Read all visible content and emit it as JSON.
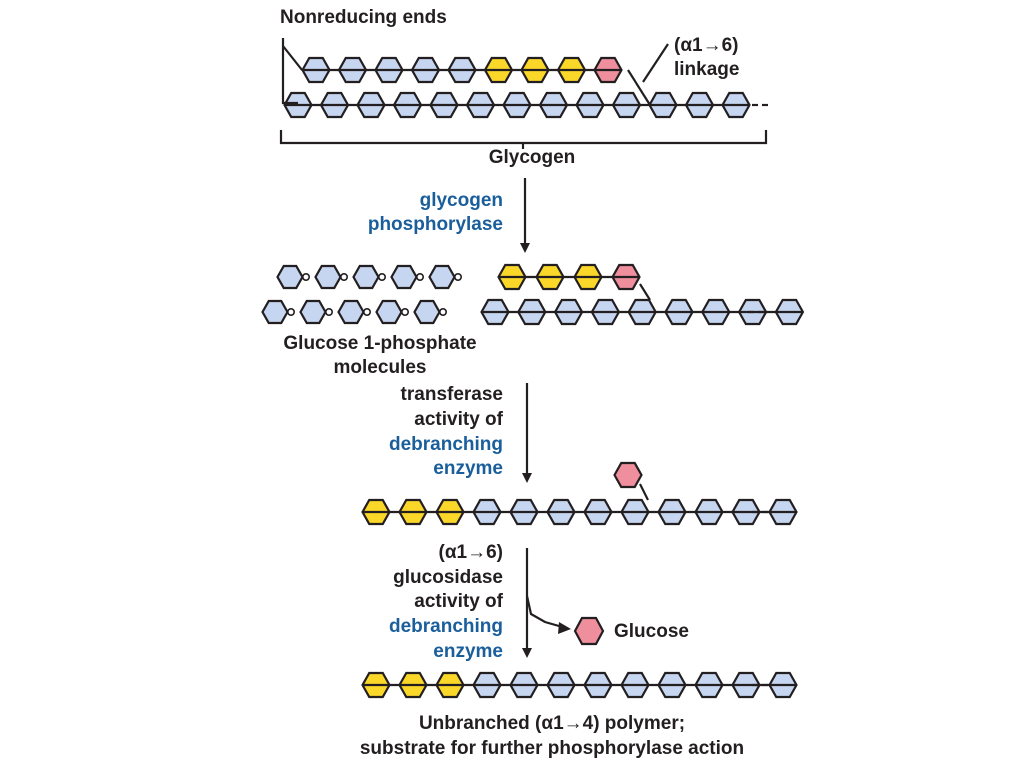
{
  "colors": {
    "glucose_residue": "#c6d5f0",
    "phosphorylase_released": "#fbd72a",
    "branch_point": "#ef8f9e",
    "outline": "#231f20",
    "text": "#231f20",
    "enzyme_text": "#1a5e9b"
  },
  "legend_key": {
    "B": "glucose residue (blue)",
    "Y": "residue transferred by debranching enzyme (yellow)",
    "P": "branch-point residue (pink)"
  },
  "labels": {
    "nonreducing_ends": "Nonreducing ends",
    "linkage_line1": "(α1→6)",
    "linkage_line2": "linkage",
    "glycogen": "Glycogen",
    "enzyme1_line1": "glycogen",
    "enzyme1_line2": "phosphorylase",
    "product1_line1": "Glucose 1-phosphate",
    "product1_line2": "molecules",
    "step2_line1": "transferase",
    "step2_line2": "activity of",
    "step2_line3": "debranching",
    "step2_line4": "enzyme",
    "step3_line1": "(α1→6)",
    "step3_line2": "glucosidase",
    "step3_line3": "activity of",
    "step3_line4": "debranching",
    "step3_line5": "enzyme",
    "glucose": "Glucose",
    "final_line1": "Unbranched (α1→4) polymer;",
    "final_line2": "substrate for further phosphorylase action"
  },
  "chains": {
    "glycogen_top": "BBBBBYYYP",
    "glycogen_bottom": "BBBBBBBBBBBBB",
    "released_row1": "BBBBB",
    "released_row2": "BBBBB",
    "after_phosphorylase_top": "YYYP",
    "after_phosphorylase_bottom": "BBBBBBBBB",
    "after_transferase_branch": "P",
    "after_transferase_main": "YYYBBBBBBBBB",
    "free_glucose": "P",
    "final_polymer": "YYYBBBBBBBBB"
  }
}
